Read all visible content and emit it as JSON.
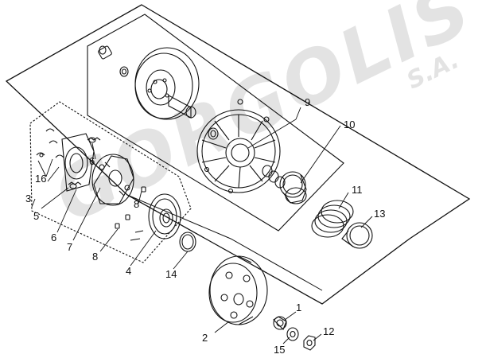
{
  "watermark": {
    "brand": "GORGOLIS",
    "suffix": "S.A."
  },
  "callouts": [
    "1",
    "2",
    "3",
    "4",
    "5",
    "6",
    "6",
    "7",
    "8",
    "8",
    "9",
    "10",
    "11",
    "12",
    "13",
    "14",
    "15",
    "16"
  ],
  "colors": {
    "line": "#111111",
    "watermark": "#e3e3e3"
  }
}
